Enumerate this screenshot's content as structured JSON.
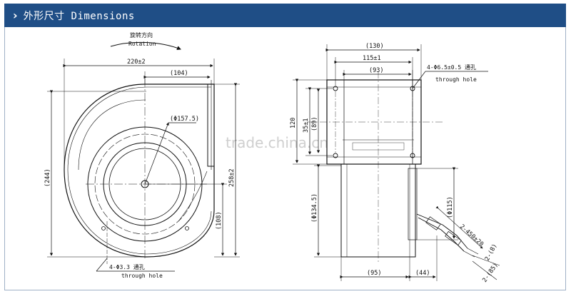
{
  "header": {
    "chevron": "›",
    "title": "外形尺寸 Dimensions",
    "bg_color": "#1f4e86"
  },
  "watermark": "trade.china.cn",
  "left_view": {
    "rotation_cn": "旋转方向",
    "rotation_en": "Rotation",
    "width_total": "220±2",
    "width_outlet": "(104)",
    "impeller_dia": "(Φ157.5)",
    "height_total": "(244)",
    "height_outlet": "258±2",
    "height_lower": "(108)",
    "hole_note_cn": "4-Φ3.3 通孔",
    "hole_note_en": "through hole"
  },
  "right_view": {
    "width_130": "(130)",
    "width_115": "115±1",
    "width_93": "(93)",
    "hole_note_cn": "4-Φ6.5±0.5 通孔",
    "hole_note_en": "through hole",
    "height_120": "120",
    "height_35": "35±1",
    "height_89": "(89)",
    "dia_134": "(Φ134.5)",
    "dia_115": "(Φ115)",
    "width_95": "(95)",
    "width_44": "(44)",
    "lead_len": "2-450±20",
    "lead_8": "2-(8)",
    "lead_85": "2-(85)"
  }
}
